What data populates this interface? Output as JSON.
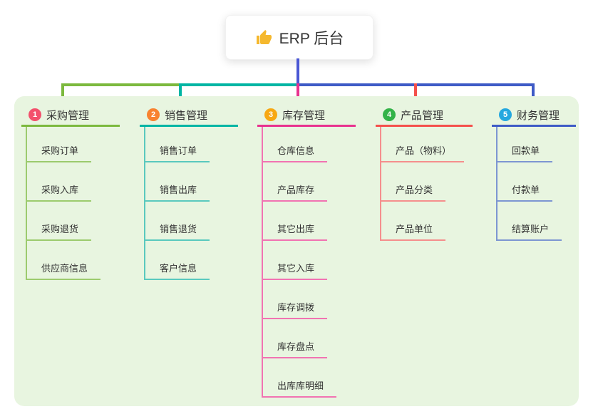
{
  "root": {
    "title": "ERP 后台",
    "icon": "thumbs-up-icon",
    "trunk_color": "#4a57d4"
  },
  "canvas": {
    "background": "#ffffff",
    "panel_color": "#e8f5e0"
  },
  "branches": [
    {
      "index": "1",
      "label": "采购管理",
      "badge_color": "#f3506c",
      "line_color": "#7cb93e",
      "child_line_color": "#9ccb6e",
      "children": [
        "采购订单",
        "采购入库",
        "采购退货",
        "供应商信息"
      ]
    },
    {
      "index": "2",
      "label": "销售管理",
      "badge_color": "#f8822f",
      "line_color": "#00b5a4",
      "child_line_color": "#5ac9be",
      "children": [
        "销售订单",
        "销售出库",
        "销售退货",
        "客户信息"
      ]
    },
    {
      "index": "3",
      "label": "库存管理",
      "badge_color": "#f7a813",
      "line_color": "#e8328f",
      "child_line_color": "#f173b2",
      "children": [
        "仓库信息",
        "产品库存",
        "其它出库",
        "其它入库",
        "库存调拨",
        "库存盘点",
        "出库库明细"
      ]
    },
    {
      "index": "4",
      "label": "产品管理",
      "badge_color": "#33b348",
      "line_color": "#f4504c",
      "child_line_color": "#f58f8d",
      "children": [
        "产品（物料）",
        "产品分类",
        "产品单位"
      ]
    },
    {
      "index": "5",
      "label": "财务管理",
      "badge_color": "#25a8df",
      "line_color": "#3e5bc6",
      "child_line_color": "#7d96d2",
      "children": [
        "回款单",
        "付款单",
        "结算账户"
      ]
    }
  ]
}
